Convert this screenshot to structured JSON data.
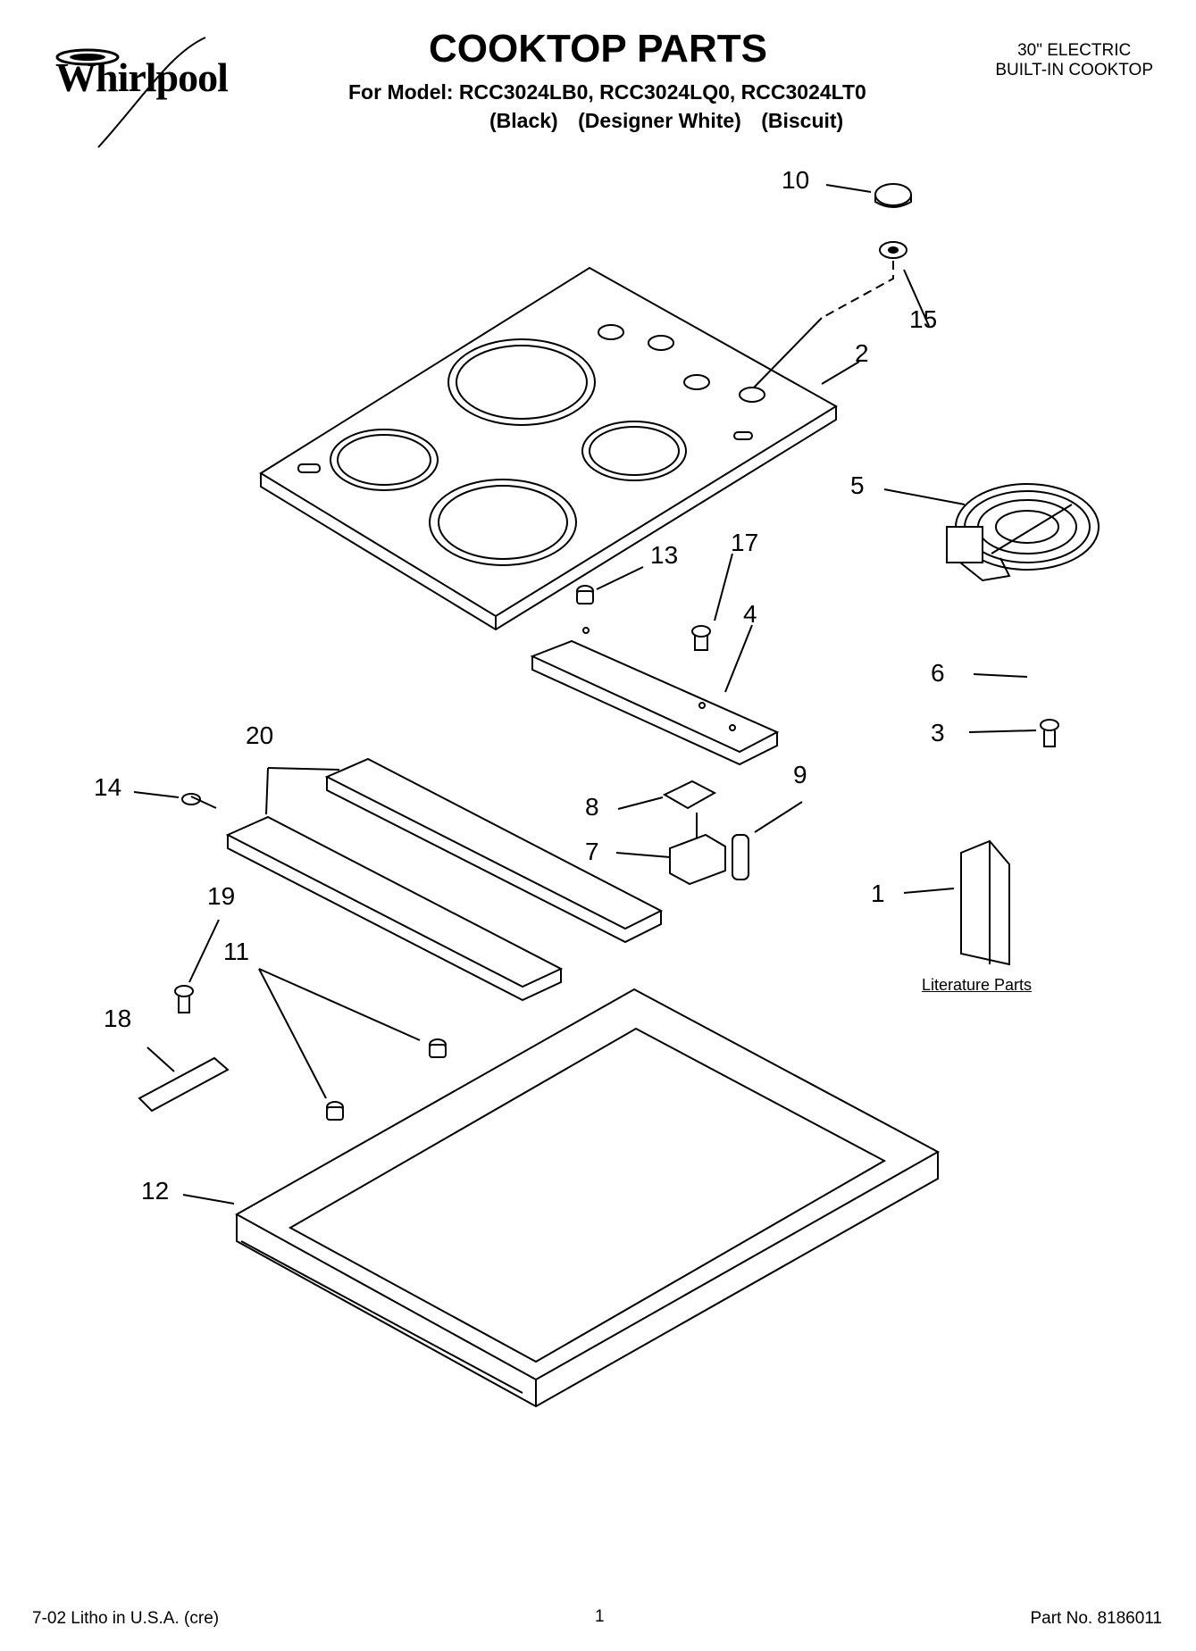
{
  "header": {
    "brand": "Whirlpool",
    "title": "COOKTOP PARTS",
    "model_line": "For Model: RCC3024LB0, RCC3024LQ0, RCC3024LT0",
    "variants": [
      "(Black)",
      "(Designer White)",
      "(Biscuit)"
    ],
    "product_type_line1": "30\" ELECTRIC",
    "product_type_line2": "BUILT-IN COOKTOP"
  },
  "diagram": {
    "literature_label": "Literature Parts",
    "callouts": [
      "10",
      "15",
      "2",
      "5",
      "13",
      "17",
      "4",
      "6",
      "3",
      "20",
      "14",
      "9",
      "8",
      "7",
      "1",
      "19",
      "11",
      "18",
      "12"
    ]
  },
  "footer": {
    "litho": "7-02 Litho in U.S.A. (cre)",
    "page": "1",
    "part_no": "Part No. 8186011"
  }
}
